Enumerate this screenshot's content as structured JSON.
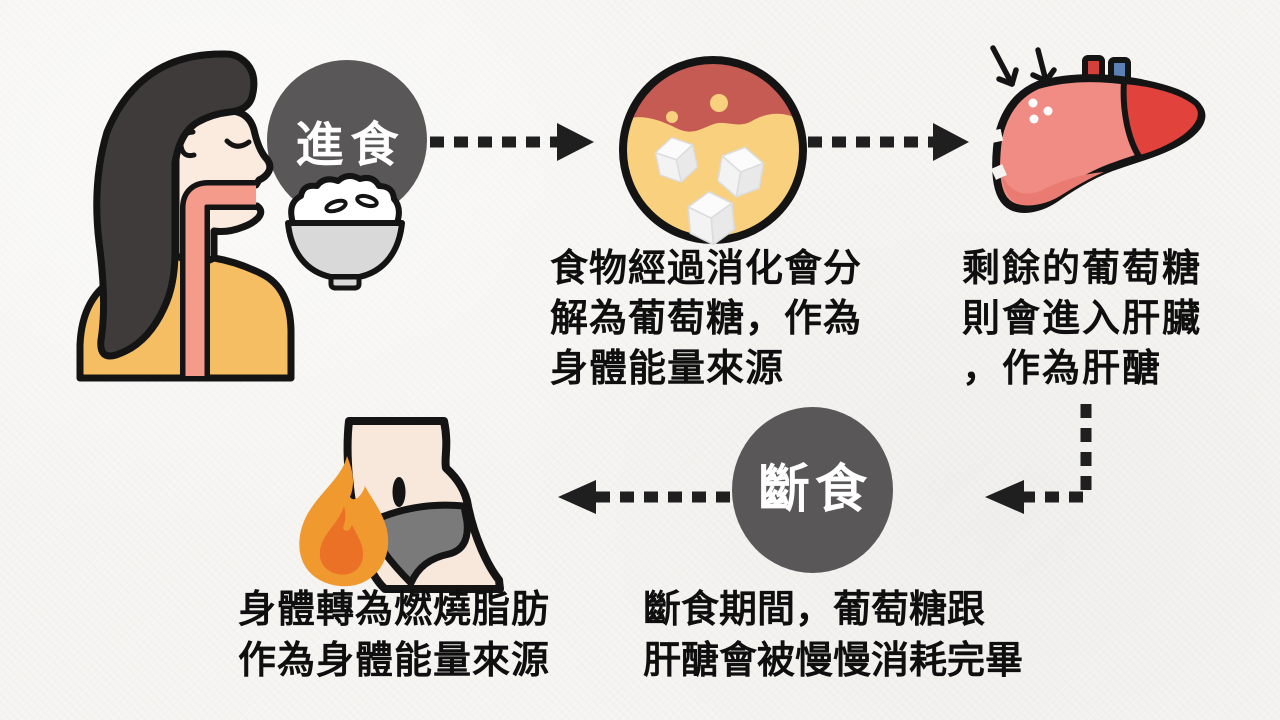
{
  "page": {
    "background": "#f5f4f1"
  },
  "steps": {
    "eat": {
      "label": "進食"
    },
    "fast": {
      "label": "斷食"
    }
  },
  "captions": {
    "digest": {
      "line1": "食物經過消化會分",
      "line2": "解為葡萄糖，作為",
      "line3": "身體能量來源"
    },
    "liver": {
      "line1": "剩餘的葡萄糖",
      "line2": "則會進入肝臟",
      "line3": "，作為肝醣"
    },
    "fasting": {
      "line1": "斷食期間，葡萄糖跟",
      "line2": "肝醣會被慢慢消耗完畢"
    },
    "burn": {
      "line1": "身體轉為燃燒脂肪",
      "line2": "作為身體能量來源"
    }
  },
  "icons": {
    "woman-eating-icon": "svg-shape",
    "esophagus-icon": "svg-shape",
    "rice-bowl-icon": "svg-shape",
    "stomach-glucose-icon": "svg-shape",
    "sugar-cube-icon": "svg-shape",
    "liver-icon": "svg-shape",
    "blood-vessel-red-icon": "svg-shape",
    "blood-vessel-blue-icon": "svg-shape",
    "hand-drawn-arrow-icon": "svg-shape",
    "belly-icon": "svg-shape",
    "flame-icon": "svg-shape",
    "dashed-arrow-icon": "svg-shape"
  },
  "colors": {
    "step_circle": "#595757",
    "outline": "#141414",
    "text": "#0f0f0f",
    "shirt": "#f6be62",
    "skin": "#fbebdf",
    "esophagus": "#f49b8b",
    "hair": "#3f3b3a",
    "stomach_red": "#c65b53",
    "stomach_yellow": "#f8d07e",
    "liver_pink": "#f18c84",
    "liver_red": "#e2423c",
    "liver_shade": "#e97b72",
    "vessel_red": "#d6403b",
    "vessel_blue": "#5c7fb5",
    "flame_outer": "#f0992f",
    "flame_inner": "#eb7126",
    "underwear": "#7a7a7a",
    "bowl": "#d9d9d9",
    "rice": "#ffffff"
  }
}
